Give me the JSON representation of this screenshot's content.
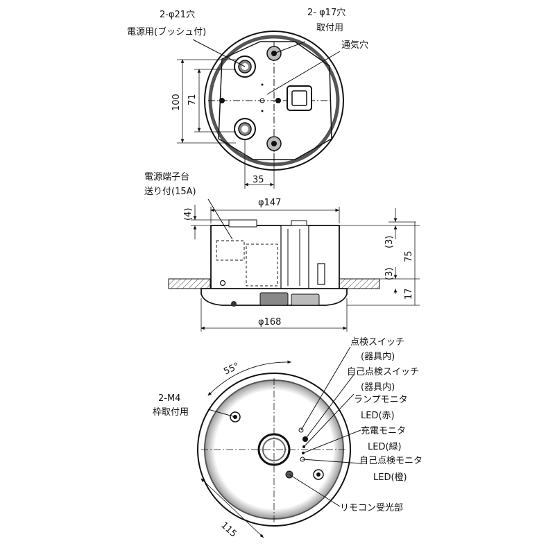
{
  "top_view": {
    "hole_21": "2-φ21穴",
    "hole_21_use": "電源用(ブッシュ付)",
    "hole_17": "2- φ17穴",
    "hole_17_use": "取付用",
    "vent": "通気穴",
    "dim_100": "100",
    "dim_71": "71",
    "dim_35": "35"
  },
  "side_view": {
    "terminal_1": "電源端子台",
    "terminal_2": "送り付(15A)",
    "dim_4": "(4)",
    "dim_147": "φ147",
    "dim_3a": "(3)",
    "dim_3b": "(3)",
    "dim_75": "75",
    "dim_17": "17",
    "dim_168": "φ168"
  },
  "bottom_view": {
    "angle_55": "55°",
    "m4": "2-M4",
    "m4_use": "枠取付用",
    "dim_115": "115",
    "check_switch": "点検スイッチ",
    "check_switch_note": "(器具内)",
    "self_check_switch": "自己点検スイッチ",
    "self_check_switch_note": "(器具内)",
    "lamp_monitor": "ランプモニタ",
    "lamp_monitor_led": "LED(赤)",
    "charge_monitor": "充電モニタ",
    "charge_monitor_led": "LED(緑)",
    "self_check_monitor": "自己点検モニタ",
    "self_check_monitor_led": "LED(橙)",
    "remote_receiver": "リモコン受光部"
  }
}
